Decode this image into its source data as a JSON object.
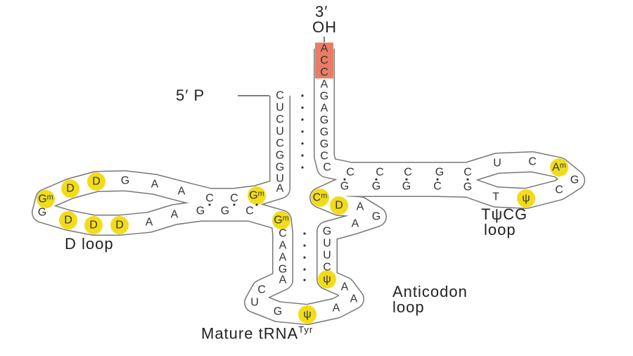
{
  "labels": {
    "three_prime": "3′",
    "oh": "OH",
    "five_prime": "5′ P",
    "d_loop": "D loop",
    "t_loop_line1": "TψCG",
    "t_loop_line2": "loop",
    "anticodon_line1": "Anticodon",
    "anticodon_line2": "loop",
    "title": "Mature tRNA",
    "title_sup": "Tyr"
  },
  "colors": {
    "modified": "#f2dc1a",
    "cca_tail": "#ea7c66",
    "outline": "#777777",
    "text": "#333333"
  },
  "sequence": [
    {
      "segment": "acceptor-5prime",
      "bases": [
        "C",
        "U",
        "C",
        "U",
        "C",
        "G",
        "G",
        "U",
        "A"
      ]
    },
    {
      "segment": "d-arm",
      "bases": [
        "Gᵐ",
        "C",
        "C",
        "A",
        "A",
        "G",
        "D",
        "D",
        "Gᵐ",
        "G",
        "D",
        "D",
        "D",
        "A",
        "A",
        "G",
        "G",
        "C"
      ]
    },
    {
      "segment": "anticodon-arm",
      "bases": [
        "Gᵐ",
        "C",
        "A",
        "A",
        "G",
        "A",
        "C",
        "U",
        "G",
        "ψ",
        "A",
        "A",
        "A",
        "ψ",
        "C",
        "U",
        "U",
        "G"
      ]
    },
    {
      "segment": "variable-loop",
      "bases": [
        "A",
        "G",
        "A",
        "D",
        "Cᵐ"
      ]
    },
    {
      "segment": "t-arm",
      "bases": [
        "G",
        "G",
        "G",
        "C",
        "G",
        "T",
        "ψ",
        "C",
        "G",
        "Aᵐ",
        "C",
        "U",
        "C",
        "G",
        "C",
        "C",
        "C",
        "C"
      ]
    },
    {
      "segment": "acceptor-3prime",
      "bases": [
        "C",
        "G",
        "G",
        "G",
        "A",
        "G",
        "A",
        "C",
        "C",
        "A"
      ]
    }
  ],
  "modified_bases": [
    "Gᵐ",
    "D",
    "ψ",
    "Cᵐ",
    "Aᵐ"
  ],
  "cca_tail": [
    "C",
    "C",
    "A"
  ]
}
